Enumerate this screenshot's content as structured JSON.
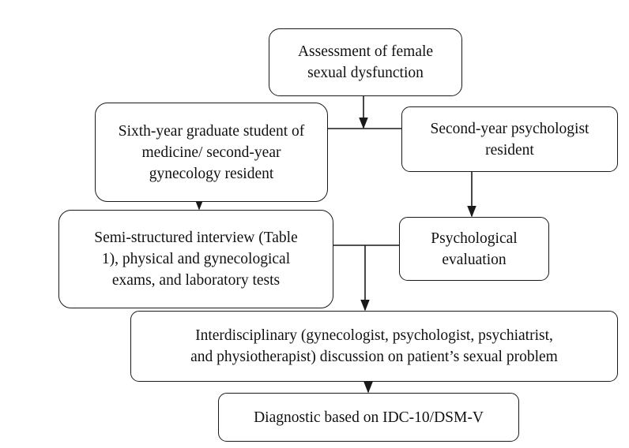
{
  "flowchart": {
    "nodes": {
      "assessment": {
        "line1": "Assessment of female",
        "line2": "sexual dysfunction"
      },
      "student": {
        "line1": "Sixth-year graduate student of",
        "line2": "medicine/ second-year",
        "line3": "gynecology resident"
      },
      "psychologist": {
        "line1": "Second-year psychologist",
        "line2": "resident"
      },
      "interview": {
        "line1": "Semi-structured interview (Table",
        "line2": "1), physical and gynecological",
        "line3": "exams, and laboratory tests"
      },
      "evaluation": {
        "line1": "Psychological",
        "line2": "evaluation"
      },
      "discussion": {
        "line1": "Interdisciplinary (gynecologist, psychologist, psychiatrist,",
        "line2": "and physiotherapist) discussion on patient’s sexual problem"
      },
      "diagnostic": {
        "line1": "Diagnostic based on IDC-10/DSM-V"
      }
    },
    "colors": {
      "stroke": "#1a1a1a",
      "background": "#ffffff"
    }
  }
}
